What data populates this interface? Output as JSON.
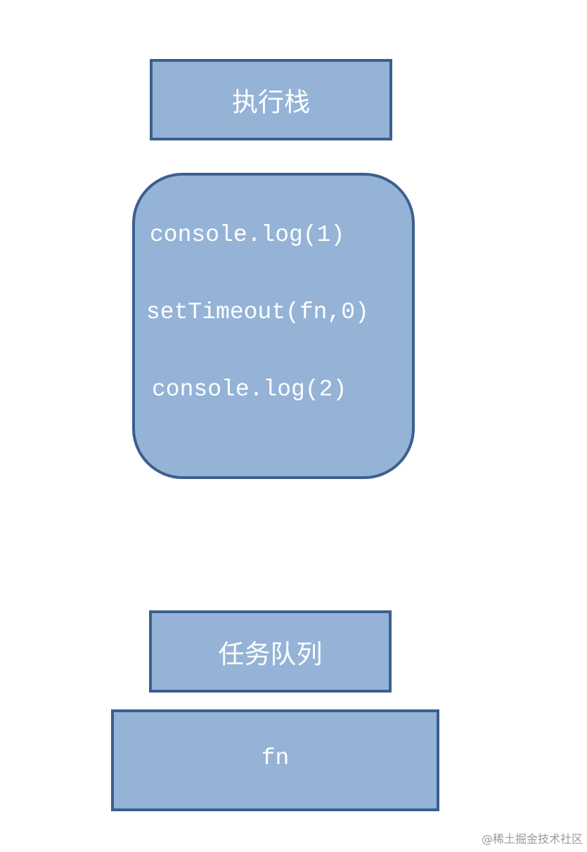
{
  "execution_stack": {
    "title": "执行栈",
    "lines": [
      "console.log(1)",
      "setTimeout(fn,0)",
      "console.log(2)"
    ]
  },
  "task_queue": {
    "title": "任务队列",
    "items": [
      "fn"
    ]
  },
  "watermark": "@稀土掘金技术社区",
  "colors": {
    "box_fill": "#95b3d7",
    "box_border": "#3b5f8e",
    "text": "#ffffff"
  }
}
